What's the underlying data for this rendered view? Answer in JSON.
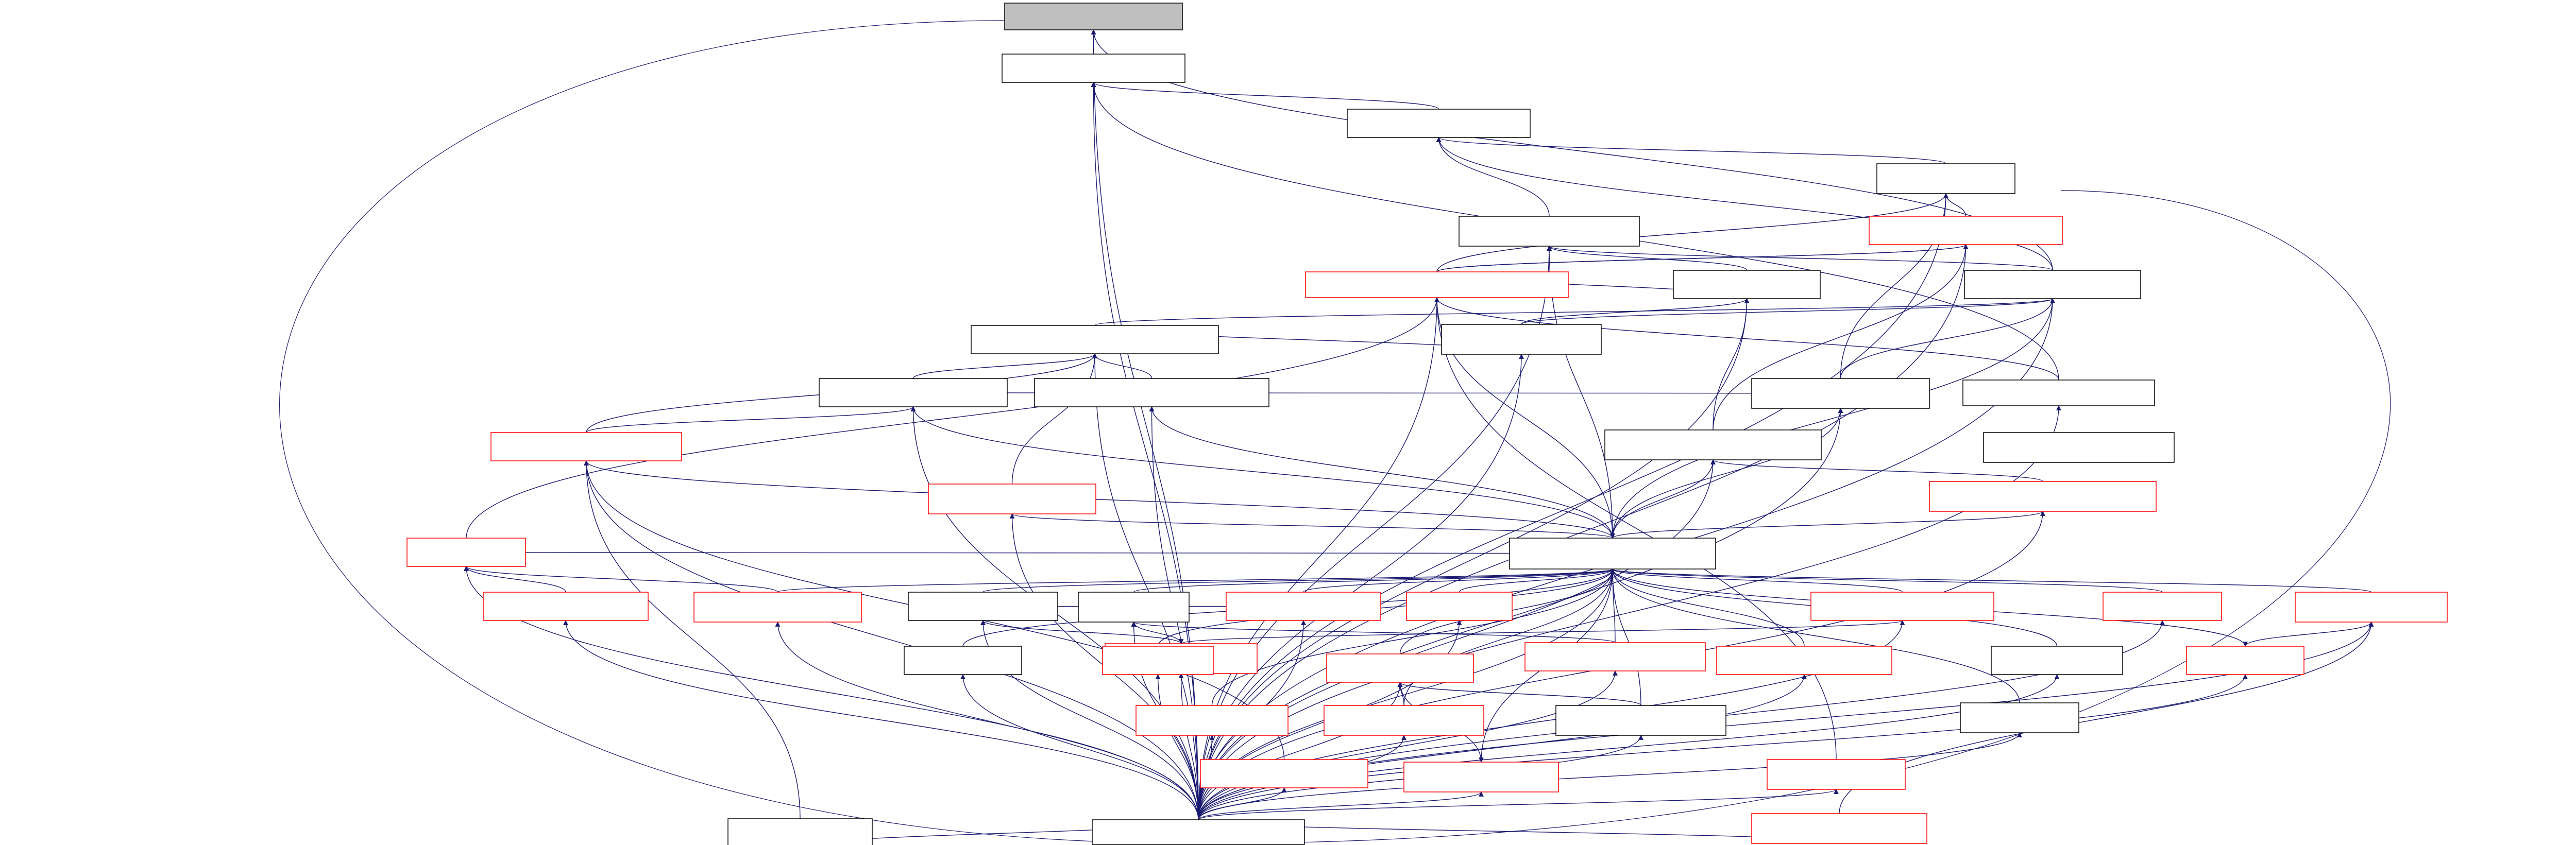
{
  "colors": {
    "edge": "#191970",
    "node_border_black": "#000000",
    "node_border_red": "#ff0000",
    "root_fill": "#bfbfbf",
    "node_fill": "#ffffff"
  },
  "notes": "",
  "nodes": [
    {
      "id": "root",
      "style": "root",
      "lines": [
        "",
        ""
      ]
    },
    {
      "id": "a",
      "style": "black",
      "lines": [
        "",
        "",
        ""
      ]
    },
    {
      "id": "b",
      "style": "black",
      "lines": [
        "",
        "",
        ""
      ]
    },
    {
      "id": "c",
      "style": "black",
      "lines": [
        "",
        ""
      ]
    },
    {
      "id": "d",
      "style": "red",
      "lines": [
        "",
        "",
        ""
      ]
    },
    {
      "id": "e",
      "style": "black",
      "lines": [
        "",
        "",
        ""
      ]
    },
    {
      "id": "f",
      "style": "black",
      "lines": [
        "",
        ""
      ]
    },
    {
      "id": "g",
      "style": "black",
      "lines": [
        "",
        ""
      ]
    },
    {
      "id": "h",
      "style": "red",
      "lines": [
        "",
        ""
      ]
    },
    {
      "id": "i",
      "style": "black",
      "lines": [
        "",
        ""
      ]
    },
    {
      "id": "j",
      "style": "black",
      "lines": [
        "",
        ""
      ]
    },
    {
      "id": "k",
      "style": "black",
      "lines": [
        "",
        ""
      ]
    },
    {
      "id": "l",
      "style": "black",
      "lines": [
        "",
        ""
      ]
    },
    {
      "id": "m",
      "style": "black",
      "lines": [
        "",
        "",
        ""
      ]
    },
    {
      "id": "n",
      "style": "black",
      "lines": [
        "",
        "",
        ""
      ]
    },
    {
      "id": "o",
      "style": "black",
      "lines": [
        "",
        ""
      ]
    },
    {
      "id": "p",
      "style": "black",
      "lines": [
        "",
        ""
      ]
    },
    {
      "id": "hub",
      "style": "black",
      "lines": [
        "",
        "",
        ""
      ]
    },
    {
      "id": "q",
      "style": "red",
      "lines": [
        "",
        "",
        ""
      ]
    },
    {
      "id": "r",
      "style": "red",
      "lines": [
        "",
        "",
        ""
      ]
    },
    {
      "id": "s",
      "style": "red",
      "lines": [
        "",
        "",
        ""
      ]
    },
    {
      "id": "t",
      "style": "black",
      "lines": [
        "",
        "",
        ""
      ]
    },
    {
      "id": "u",
      "style": "black",
      "lines": [
        "",
        "",
        ""
      ]
    },
    {
      "id": "v",
      "style": "red",
      "lines": [
        "",
        "",
        ""
      ]
    },
    {
      "id": "w",
      "style": "red",
      "lines": [
        "",
        ""
      ]
    },
    {
      "id": "x",
      "style": "red",
      "lines": [
        "",
        "",
        ""
      ]
    },
    {
      "id": "y",
      "style": "red",
      "lines": [
        "",
        ""
      ]
    },
    {
      "id": "z",
      "style": "red",
      "lines": [
        "",
        "",
        ""
      ]
    },
    {
      "id": "aa",
      "style": "red",
      "lines": [
        "",
        ""
      ]
    },
    {
      "id": "ab",
      "style": "red",
      "lines": [
        "",
        ""
      ]
    },
    {
      "id": "ac",
      "style": "red",
      "lines": [
        "",
        ""
      ]
    },
    {
      "id": "ad",
      "style": "black",
      "lines": [
        "",
        "",
        ""
      ]
    },
    {
      "id": "ae",
      "style": "red",
      "lines": [
        "",
        "",
        ""
      ]
    },
    {
      "id": "af",
      "style": "black",
      "lines": [
        "",
        ""
      ]
    },
    {
      "id": "ag",
      "style": "red",
      "lines": [
        "",
        "",
        ""
      ]
    },
    {
      "id": "ah",
      "style": "red",
      "lines": [
        "",
        "",
        ""
      ]
    },
    {
      "id": "ai",
      "style": "red",
      "lines": [
        "",
        "",
        ""
      ]
    },
    {
      "id": "aj",
      "style": "red",
      "lines": [
        "",
        "",
        ""
      ]
    },
    {
      "id": "ak",
      "style": "red",
      "lines": [
        "",
        "",
        ""
      ]
    },
    {
      "id": "al",
      "style": "red",
      "lines": [
        "",
        "",
        ""
      ]
    },
    {
      "id": "am",
      "style": "black",
      "lines": [
        "",
        ""
      ]
    },
    {
      "id": "an",
      "style": "red",
      "lines": [
        "",
        "",
        ""
      ]
    },
    {
      "id": "ao",
      "style": "red",
      "lines": [
        "",
        "",
        ""
      ]
    },
    {
      "id": "ap",
      "style": "black",
      "lines": [
        "",
        ""
      ]
    },
    {
      "id": "aq",
      "style": "red",
      "lines": [
        "",
        "",
        ""
      ]
    },
    {
      "id": "ar",
      "style": "red",
      "lines": [
        "",
        "",
        ""
      ]
    },
    {
      "id": "as",
      "style": "black",
      "lines": [
        "",
        "",
        ""
      ]
    },
    {
      "id": "at",
      "style": "red",
      "lines": [
        "",
        "",
        "",
        ""
      ]
    },
    {
      "id": "base",
      "style": "black",
      "lines": [
        "",
        ""
      ]
    }
  ],
  "edges": [
    [
      "a",
      "root"
    ],
    [
      "f",
      "root"
    ],
    [
      "base",
      "root"
    ],
    [
      "b",
      "a"
    ],
    [
      "i",
      "a"
    ],
    [
      "base",
      "a"
    ],
    [
      "e",
      "b"
    ],
    [
      "c",
      "b"
    ],
    [
      "f",
      "b"
    ],
    [
      "base",
      "c"
    ],
    [
      "d",
      "c"
    ],
    [
      "base",
      "d"
    ],
    [
      "h",
      "d"
    ],
    [
      "g",
      "e"
    ],
    [
      "hub",
      "e"
    ],
    [
      "base",
      "e"
    ],
    [
      "f",
      "e"
    ],
    [
      "h",
      "c"
    ],
    [
      "h",
      "d"
    ],
    [
      "base",
      "g"
    ],
    [
      "j",
      "g"
    ],
    [
      "h",
      "g"
    ],
    [
      "m",
      "g"
    ],
    [
      "hub",
      "h"
    ],
    [
      "base",
      "h"
    ],
    [
      "i",
      "h"
    ],
    [
      "base",
      "i"
    ],
    [
      "k",
      "f"
    ],
    [
      "base",
      "f"
    ],
    [
      "j",
      "f"
    ],
    [
      "hub",
      "f"
    ],
    [
      "base",
      "j"
    ],
    [
      "k",
      "j"
    ],
    [
      "base",
      "k"
    ],
    [
      "n",
      "k"
    ],
    [
      "o",
      "k"
    ],
    [
      "l",
      "f"
    ],
    [
      "base",
      "l"
    ],
    [
      "hub",
      "l"
    ],
    [
      "l",
      "c"
    ],
    [
      "n",
      "l"
    ],
    [
      "hub",
      "m"
    ],
    [
      "base",
      "m"
    ],
    [
      "m",
      "d"
    ],
    [
      "base",
      "o"
    ],
    [
      "hub",
      "o"
    ],
    [
      "base",
      "n"
    ],
    [
      "hub",
      "n"
    ],
    [
      "base",
      "hub"
    ],
    [
      "base",
      "q"
    ],
    [
      "q",
      "hub"
    ],
    [
      "q",
      "n"
    ],
    [
      "q",
      "k"
    ],
    [
      "base",
      "r"
    ],
    [
      "r",
      "hub"
    ],
    [
      "r",
      "k"
    ],
    [
      "base",
      "s"
    ],
    [
      "s",
      "hub"
    ],
    [
      "s",
      "m"
    ],
    [
      "base",
      "t"
    ],
    [
      "t",
      "hub"
    ],
    [
      "base",
      "u"
    ],
    [
      "u",
      "hub"
    ],
    [
      "base",
      "v"
    ],
    [
      "v",
      "hub"
    ],
    [
      "v",
      "t"
    ],
    [
      "base",
      "w"
    ],
    [
      "w",
      "hub"
    ],
    [
      "x",
      "t"
    ],
    [
      "x",
      "u"
    ],
    [
      "base",
      "x"
    ],
    [
      "base",
      "y"
    ],
    [
      "y",
      "hub"
    ],
    [
      "y",
      "u"
    ],
    [
      "base",
      "z"
    ],
    [
      "z",
      "hub"
    ],
    [
      "aa",
      "hub"
    ],
    [
      "base",
      "aa"
    ],
    [
      "base",
      "ab"
    ],
    [
      "ab",
      "hub"
    ],
    [
      "base",
      "ac"
    ],
    [
      "ac",
      "hub"
    ],
    [
      "ad",
      "hub"
    ],
    [
      "base",
      "ad"
    ],
    [
      "ae",
      "hub"
    ],
    [
      "base",
      "ae"
    ],
    [
      "base",
      "af"
    ],
    [
      "af",
      "hub"
    ],
    [
      "base",
      "ag"
    ],
    [
      "ag",
      "h"
    ],
    [
      "ag",
      "hub"
    ],
    [
      "base",
      "ah"
    ],
    [
      "ah",
      "ag"
    ],
    [
      "base",
      "ai"
    ],
    [
      "ai",
      "hub"
    ],
    [
      "ai",
      "ag"
    ],
    [
      "base",
      "aj"
    ],
    [
      "aj",
      "hub"
    ],
    [
      "base",
      "ak"
    ],
    [
      "ak",
      "hub"
    ],
    [
      "ak",
      "aq"
    ],
    [
      "base",
      "al"
    ],
    [
      "al",
      "hub"
    ],
    [
      "base",
      "am"
    ],
    [
      "am",
      "hub"
    ],
    [
      "base",
      "an"
    ],
    [
      "an",
      "hub"
    ],
    [
      "base",
      "ao"
    ],
    [
      "ao",
      "h"
    ],
    [
      "base",
      "ap"
    ],
    [
      "ap",
      "hub"
    ],
    [
      "base",
      "aq"
    ],
    [
      "aq",
      "hub"
    ],
    [
      "base",
      "ar"
    ],
    [
      "ar",
      "q"
    ],
    [
      "base",
      "as"
    ],
    [
      "as",
      "q"
    ],
    [
      "base",
      "at"
    ],
    [
      "at",
      "ab"
    ],
    [
      "ab",
      "ac"
    ],
    [
      "z",
      "x"
    ],
    [
      "am",
      "ak"
    ],
    [
      "al",
      "ak"
    ]
  ]
}
